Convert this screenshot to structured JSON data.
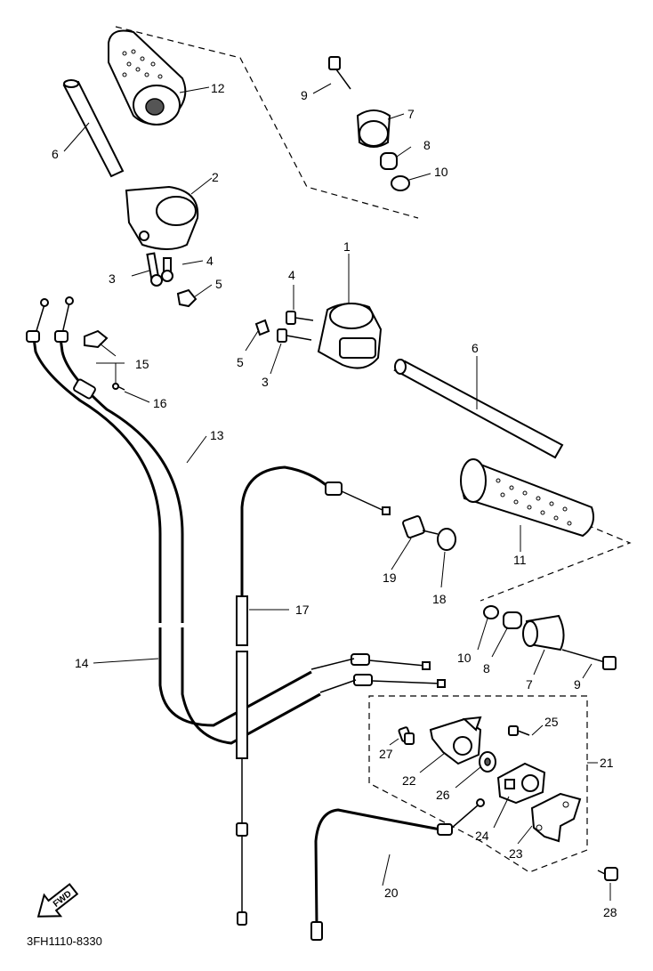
{
  "diagram": {
    "type": "exploded-parts-diagram",
    "code": "3FH1110-8330",
    "direction_badge": "FWD",
    "labels": {
      "c1": "1",
      "c2": "2",
      "c3a": "3",
      "c3b": "3",
      "c4a": "4",
      "c4b": "4",
      "c5a": "5",
      "c5b": "5",
      "c6a": "6",
      "c6b": "6",
      "c7a": "7",
      "c7b": "7",
      "c8a": "8",
      "c8b": "8",
      "c9a": "9",
      "c9b": "9",
      "c10a": "10",
      "c10b": "10",
      "c11": "11",
      "c12": "12",
      "c13": "13",
      "c14": "14",
      "c15": "15",
      "c16": "16",
      "c17": "17",
      "c18": "18",
      "c19": "19",
      "c20": "20",
      "c21": "21",
      "c22": "22",
      "c23": "23",
      "c24": "24",
      "c25": "25",
      "c26": "26",
      "c27": "27",
      "c28": "28"
    }
  }
}
